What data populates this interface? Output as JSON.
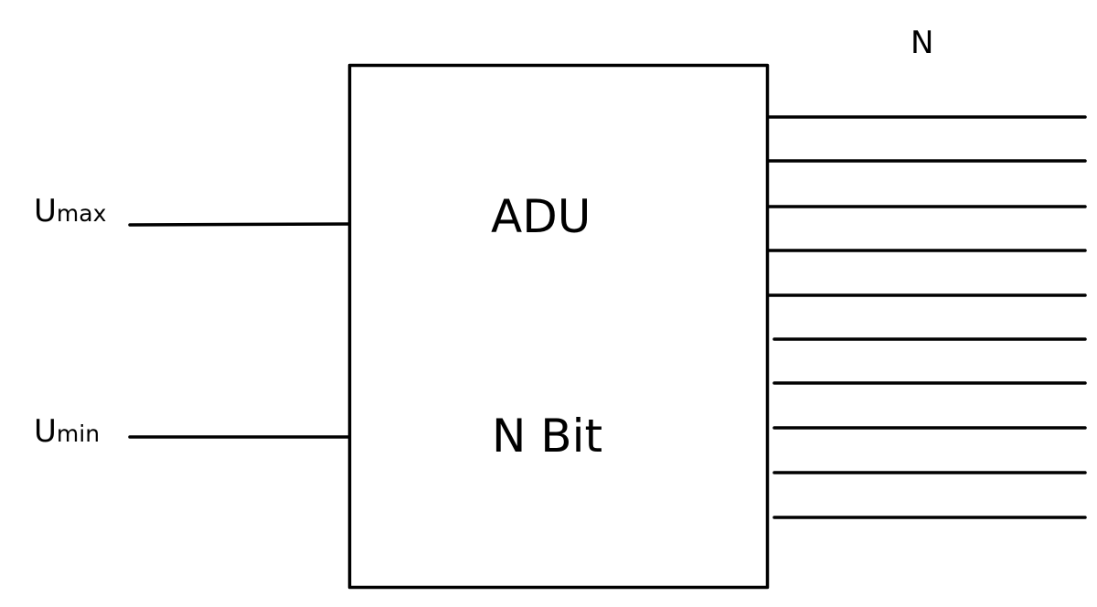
{
  "diagram": {
    "block": {
      "title": "ADU",
      "subtitle": "N Bit"
    },
    "inputs": [
      {
        "symbol": "U",
        "subscript": "max"
      },
      {
        "symbol": "U",
        "subscript": "min"
      }
    ],
    "outputs": {
      "label": "N",
      "line_count": 10
    },
    "colors": {
      "stroke": "#000000",
      "background": "#ffffff"
    }
  }
}
